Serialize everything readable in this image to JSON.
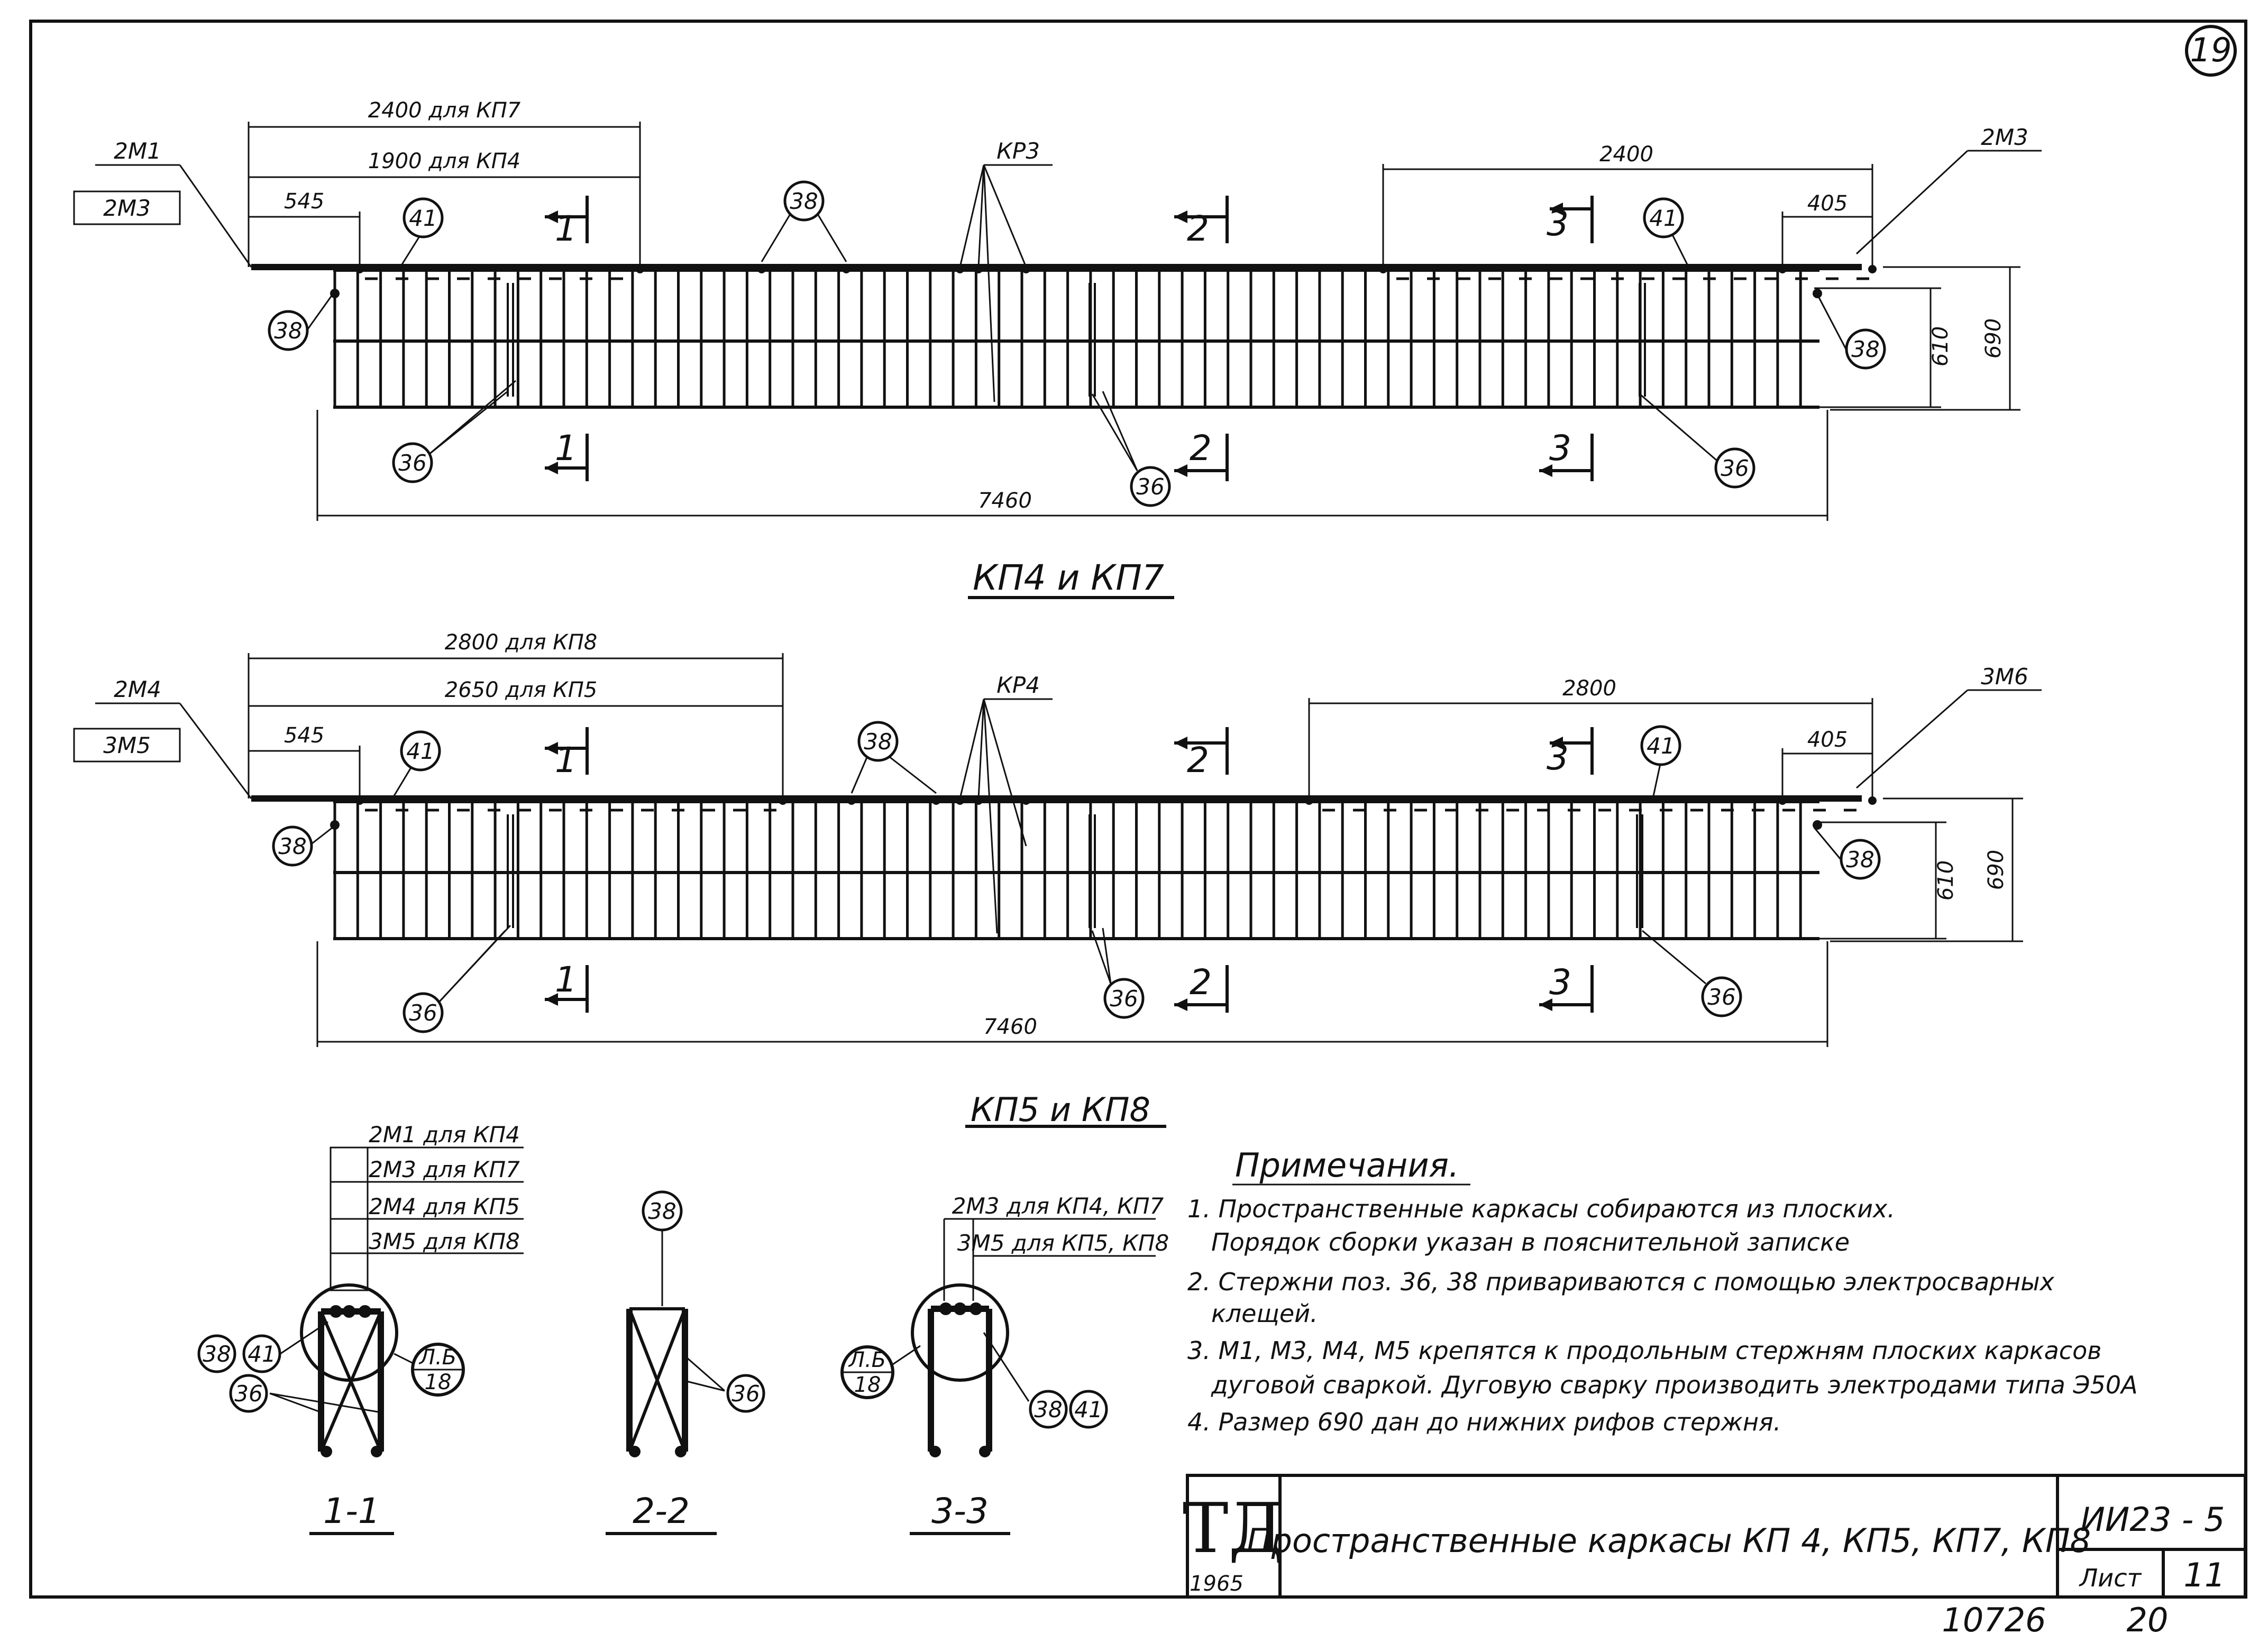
{
  "sheet_number": "19",
  "top_view": {
    "title": "КП4 и КП7",
    "dim_kp7": "2400 для КП7",
    "dim_kp4": "1900 для КП4",
    "dim_545": "545",
    "dim_2400_right": "2400",
    "dim_405": "405",
    "dim_610": "610",
    "dim_690": "690",
    "dim_total": "7460",
    "label_left_a": "2М1",
    "label_left_b": "2М3",
    "label_right": "2М3",
    "label_kr": "КР3",
    "sec_1": "1",
    "sec_2": "2",
    "sec_3": "3",
    "pos_38": "38",
    "pos_41": "41",
    "pos_36": "36"
  },
  "bottom_view": {
    "title": "КП5 и КП8",
    "dim_kp8": "2800 для КП8",
    "dim_kp5": "2650 для КП5",
    "dim_545": "545",
    "dim_2800_right": "2800",
    "dim_405": "405",
    "dim_610": "610",
    "dim_690": "690",
    "dim_total": "7460",
    "label_left_a": "2М4",
    "label_left_b": "3М5",
    "label_right": "3М6",
    "label_kr": "КР4",
    "sec_1": "1",
    "sec_2": "2",
    "sec_3": "3",
    "pos_38": "38",
    "pos_41": "41",
    "pos_36": "36"
  },
  "sections": {
    "s1": {
      "title": "1-1",
      "lines": [
        "2М1 для КП4",
        "2М3 для КП7",
        "2М4 для КП5",
        "3М5 для КП8"
      ],
      "pos_38": "38",
      "pos_41": "41",
      "pos_36": "36",
      "ref_top": "Л.Б",
      "ref_bottom": "18"
    },
    "s2": {
      "title": "2-2",
      "pos_38": "38",
      "pos_36": "36"
    },
    "s3": {
      "title": "3-3",
      "lines": [
        "2М3 для КП4, КП7",
        "3М5 для КП5, КП8"
      ],
      "pos_38": "38",
      "pos_41": "41",
      "ref_top": "Л.Б",
      "ref_bottom": "18"
    }
  },
  "notes": {
    "title": "Примечания.",
    "items": [
      "1. Пространственные каркасы собираются из плоских.",
      "Порядок сборки указан в пояснительной записке",
      "2. Стержни поз. 36, 38 привариваются с помощью электросварных",
      "клещей.",
      "3. М1, М3, М4, М5 крепятся к продольным стержням плоских каркасов",
      "дуговой сваркой. Дуговую сварку производить электродами типа Э50А",
      "4. Размер 690 дан до нижних рифов стержня."
    ]
  },
  "title_block": {
    "logo": "ТД",
    "year": "1965",
    "title": "Пространственные каркасы КП 4, КП5, КП7, КП8",
    "code": "ИИ23 - 5",
    "sheet_label": "Лист",
    "sheet": "11"
  },
  "footer": {
    "left": "10726",
    "right": "20"
  }
}
